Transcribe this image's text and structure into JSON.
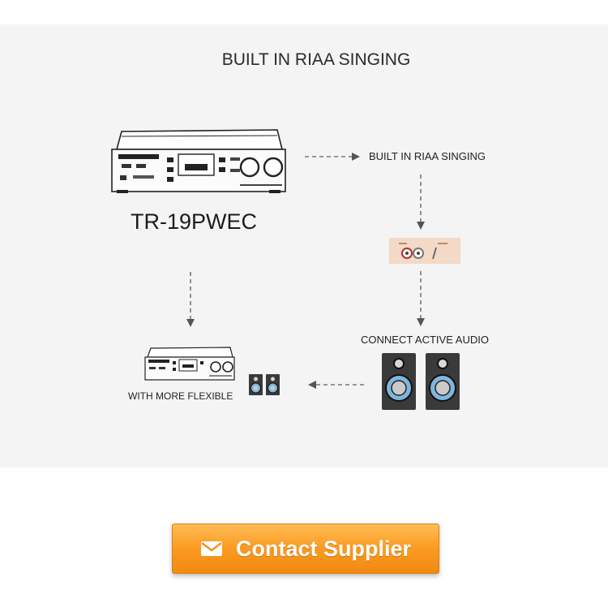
{
  "diagram": {
    "title": "BUILT IN RIAA SINGING",
    "model": "TR-19PWEC",
    "nodes": {
      "riaa_label": "BUILT IN RIAA SINGING",
      "connect_label": "CONNECT ACTIVE AUDIO",
      "flexible_label": "WITH MORE FLEXIBLE"
    },
    "icons": [
      "turntable-icon",
      "rca-jack-icon",
      "speakers-icon",
      "small-turntable-icon",
      "small-speakers-icon"
    ]
  },
  "contact": {
    "label": "Contact Supplier",
    "icon": "envelope-icon"
  },
  "colors": {
    "panel_bg": "#f4f4f4",
    "button_orange": "#f99a24",
    "arrow_gray": "#777777"
  }
}
